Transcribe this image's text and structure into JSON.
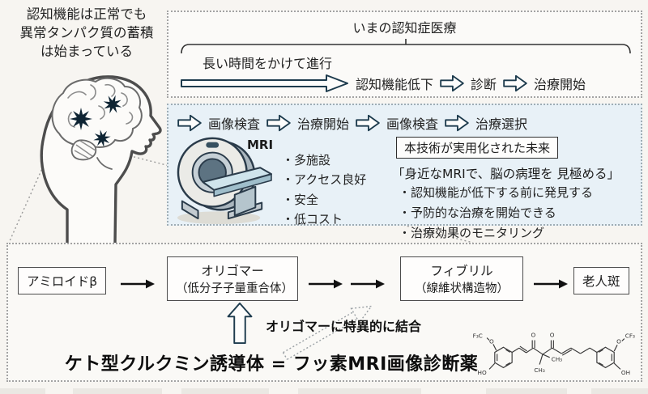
{
  "intro": {
    "lines": [
      "認知機能は正常でも",
      "異常タンパク質の蓄積",
      "は始まっている"
    ]
  },
  "current_care": {
    "title": "いまの認知症医療",
    "duration_label": "長い時間をかけて進行",
    "steps": [
      "認知機能低下",
      "診断",
      "治療開始"
    ]
  },
  "proposed": {
    "flow": [
      "画像検査",
      "治療開始",
      "画像検査",
      "治療選択"
    ],
    "mri_label": "MRI",
    "mri_points": [
      "・多施設",
      "・アクセス良好",
      "・安全",
      "・低コスト"
    ],
    "future_title": "本技術が実用化された未来",
    "future_quote": "「身近なMRIで、脳の病理を 見極める」",
    "future_points": [
      "・認知機能が低下する前に発見する",
      "・予防的な治療を開始できる",
      "・治療効果のモニタリング"
    ]
  },
  "amyloid": {
    "node1": "アミロイドβ",
    "node2_line1": "オリゴマー",
    "node2_line2": "（低分子子量重合体）",
    "node3_line1": "フィブリル",
    "node3_line2": "（線維状構造物）",
    "node4": "老人斑",
    "binding_note": "オリゴマーに特異的に結合",
    "headline": "ケト型クルクミン誘導体 = フッ素MRI画像診断薬"
  },
  "chemistry": {
    "f3c": "F₃C",
    "o_left": "O",
    "ho": "HO",
    "carbonyl_o1": "O",
    "carbonyl_o2": "O",
    "ch3_side": "CH₃",
    "ch3_bottom": "CH₃",
    "o_right": "O",
    "cf3": "CF₃",
    "oh": "OH"
  },
  "colors": {
    "accent_navy": "#1d3b4d",
    "panel_blue": "#e8f1f7",
    "page_bg": "#f7f5f1"
  }
}
